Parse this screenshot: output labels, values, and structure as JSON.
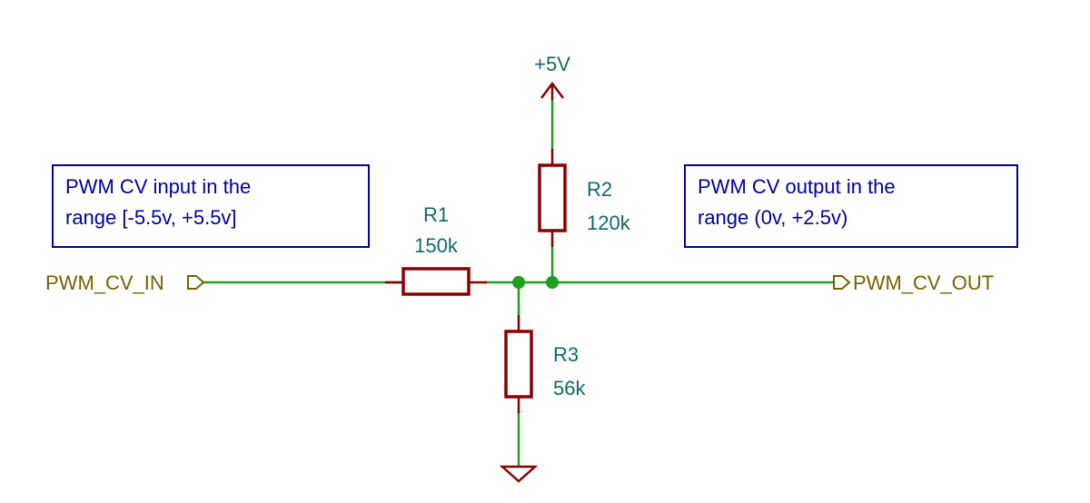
{
  "power": {
    "supply": "+5V"
  },
  "components": {
    "r1": {
      "ref": "R1",
      "value": "150k"
    },
    "r2": {
      "ref": "R2",
      "value": "120k"
    },
    "r3": {
      "ref": "R3",
      "value": "56k"
    }
  },
  "labels": {
    "input": "PWM_CV_IN",
    "output": "PWM_CV_OUT"
  },
  "notes": {
    "input": [
      "PWM CV input in the",
      "range [-5.5v, +5.5v]"
    ],
    "output": [
      "PWM CV output in the",
      "range (0v, +2.5v)"
    ]
  },
  "colors": {
    "wire": "#1f9e1f",
    "component": "#8b0000",
    "reference_text": "#0f6a6a",
    "net_label": "#7a6000",
    "note": "#0000a0"
  }
}
